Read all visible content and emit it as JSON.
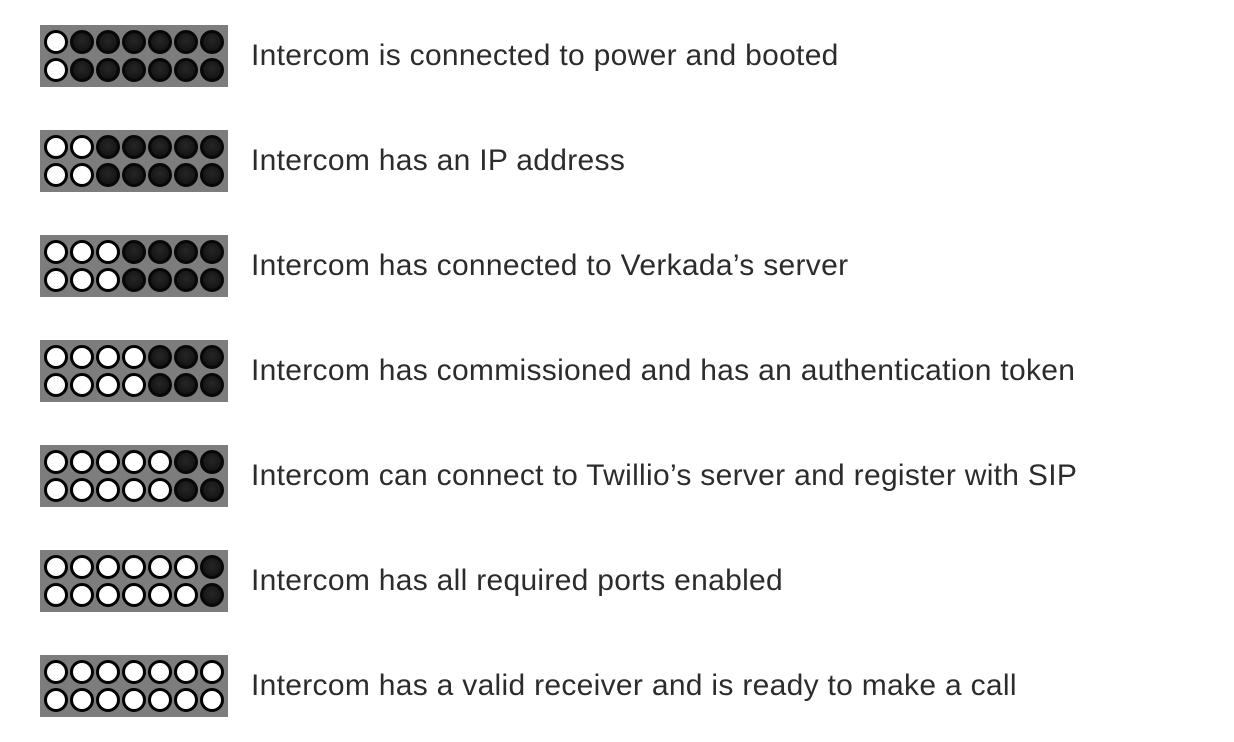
{
  "led_panel": {
    "columns": 7,
    "rows": 2,
    "panel_color": "#7d7d7d",
    "lit_color": "#ffffff",
    "unlit_color": "#1c1c1c",
    "ring_color": "#000000"
  },
  "statuses": [
    {
      "lit_columns": 1,
      "label": "Intercom is connected to power and booted"
    },
    {
      "lit_columns": 2,
      "label": "Intercom has an IP address"
    },
    {
      "lit_columns": 3,
      "label": "Intercom has connected to Verkada’s server"
    },
    {
      "lit_columns": 4,
      "label": "Intercom has commissioned and has an authentication token"
    },
    {
      "lit_columns": 5,
      "label": "Intercom can connect to Twillio’s server and register with SIP"
    },
    {
      "lit_columns": 6,
      "label": "Intercom has all required ports enabled"
    },
    {
      "lit_columns": 7,
      "label": "Intercom has a valid receiver and is ready to make a call"
    }
  ]
}
